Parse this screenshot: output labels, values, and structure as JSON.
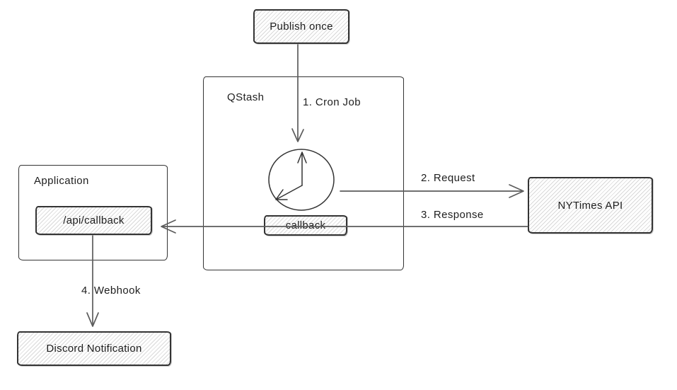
{
  "colors": {
    "background": "#ffffff",
    "stroke": "#343434",
    "arrow": "#5c5c5c",
    "text": "#1e1e1e",
    "hatch": "#d9d9d9"
  },
  "nodes": {
    "publish_once": {
      "label": "Publish once"
    },
    "qstash": {
      "label": "QStash"
    },
    "callback": {
      "label": "callback"
    },
    "nytimes_api": {
      "label": "NYTimes API"
    },
    "application": {
      "label": "Application"
    },
    "api_callback": {
      "label": "/api/callback"
    },
    "discord_notification": {
      "label": "Discord Notification"
    }
  },
  "edges": {
    "cron_job": {
      "label": "1. Cron Job"
    },
    "request": {
      "label": "2. Request"
    },
    "response": {
      "label": "3. Response"
    },
    "webhook": {
      "label": "4. Webhook"
    }
  },
  "icons": {
    "clock": "clock-icon"
  }
}
